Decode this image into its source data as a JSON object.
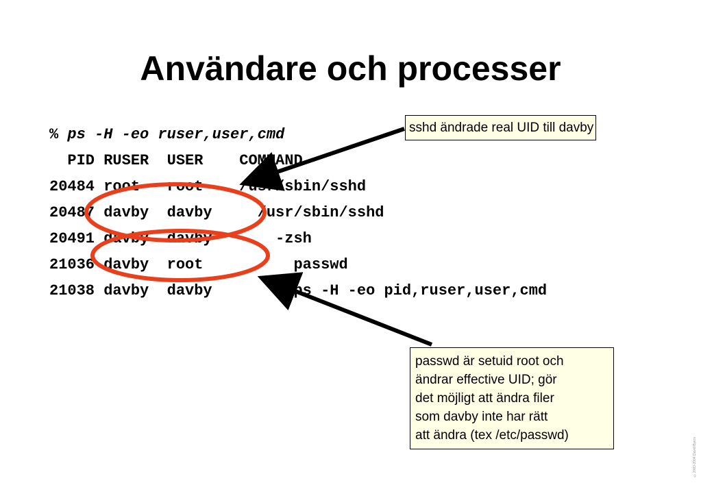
{
  "slide": {
    "title": "Användare och processer",
    "footer": "©2003-2004 David Byers"
  },
  "terminal": {
    "prompt": "%",
    "command": "ps -H -eo ruser,user,cmd",
    "lines": [
      "  PID RUSER  USER    COMMAND",
      "20484 root   root    /usr/sbin/sshd",
      "20487 davby  davby     /usr/sbin/sshd",
      "20491 davby  davby       -zsh",
      "21036 davby  root          passwd",
      "21038 davby  davby         ps -H -eo pid,ruser,user,cmd"
    ]
  },
  "callouts": {
    "top": "sshd ändrade real UID till davby",
    "bottom": "passwd är setuid root och\nändrar effective UID; gör\ndet möjligt att ändra filer\nsom davby inte har rätt\natt ändra (tex /etc/passwd)"
  },
  "colors": {
    "highlight_ellipse": "#e8401c",
    "callout_background": "#ffffe6",
    "arrow": "#000000"
  }
}
